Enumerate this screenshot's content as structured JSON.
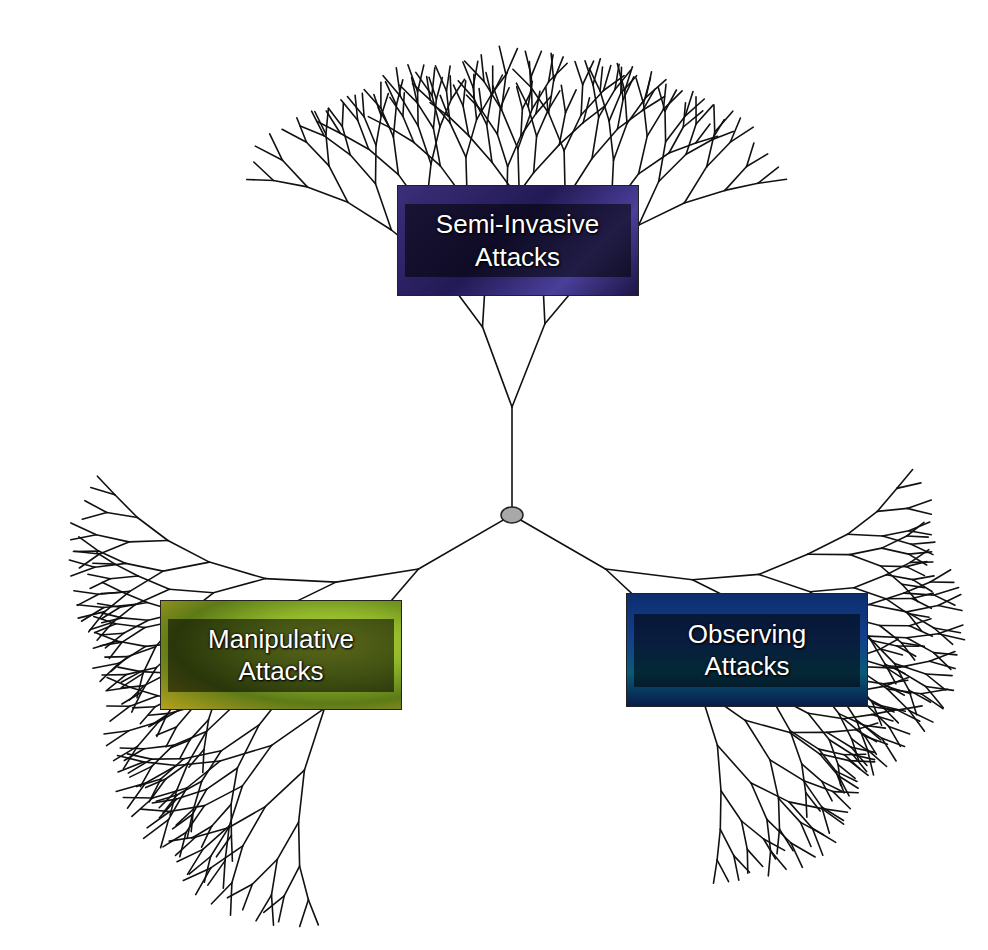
{
  "diagram": {
    "nodes": [
      {
        "text": [
          "Semi-Invasive Attacks"
        ]
      },
      {
        "text": [
          "Manipulative Attacks"
        ]
      },
      {
        "text": [
          "Observing Attacks"
        ]
      }
    ]
  }
}
